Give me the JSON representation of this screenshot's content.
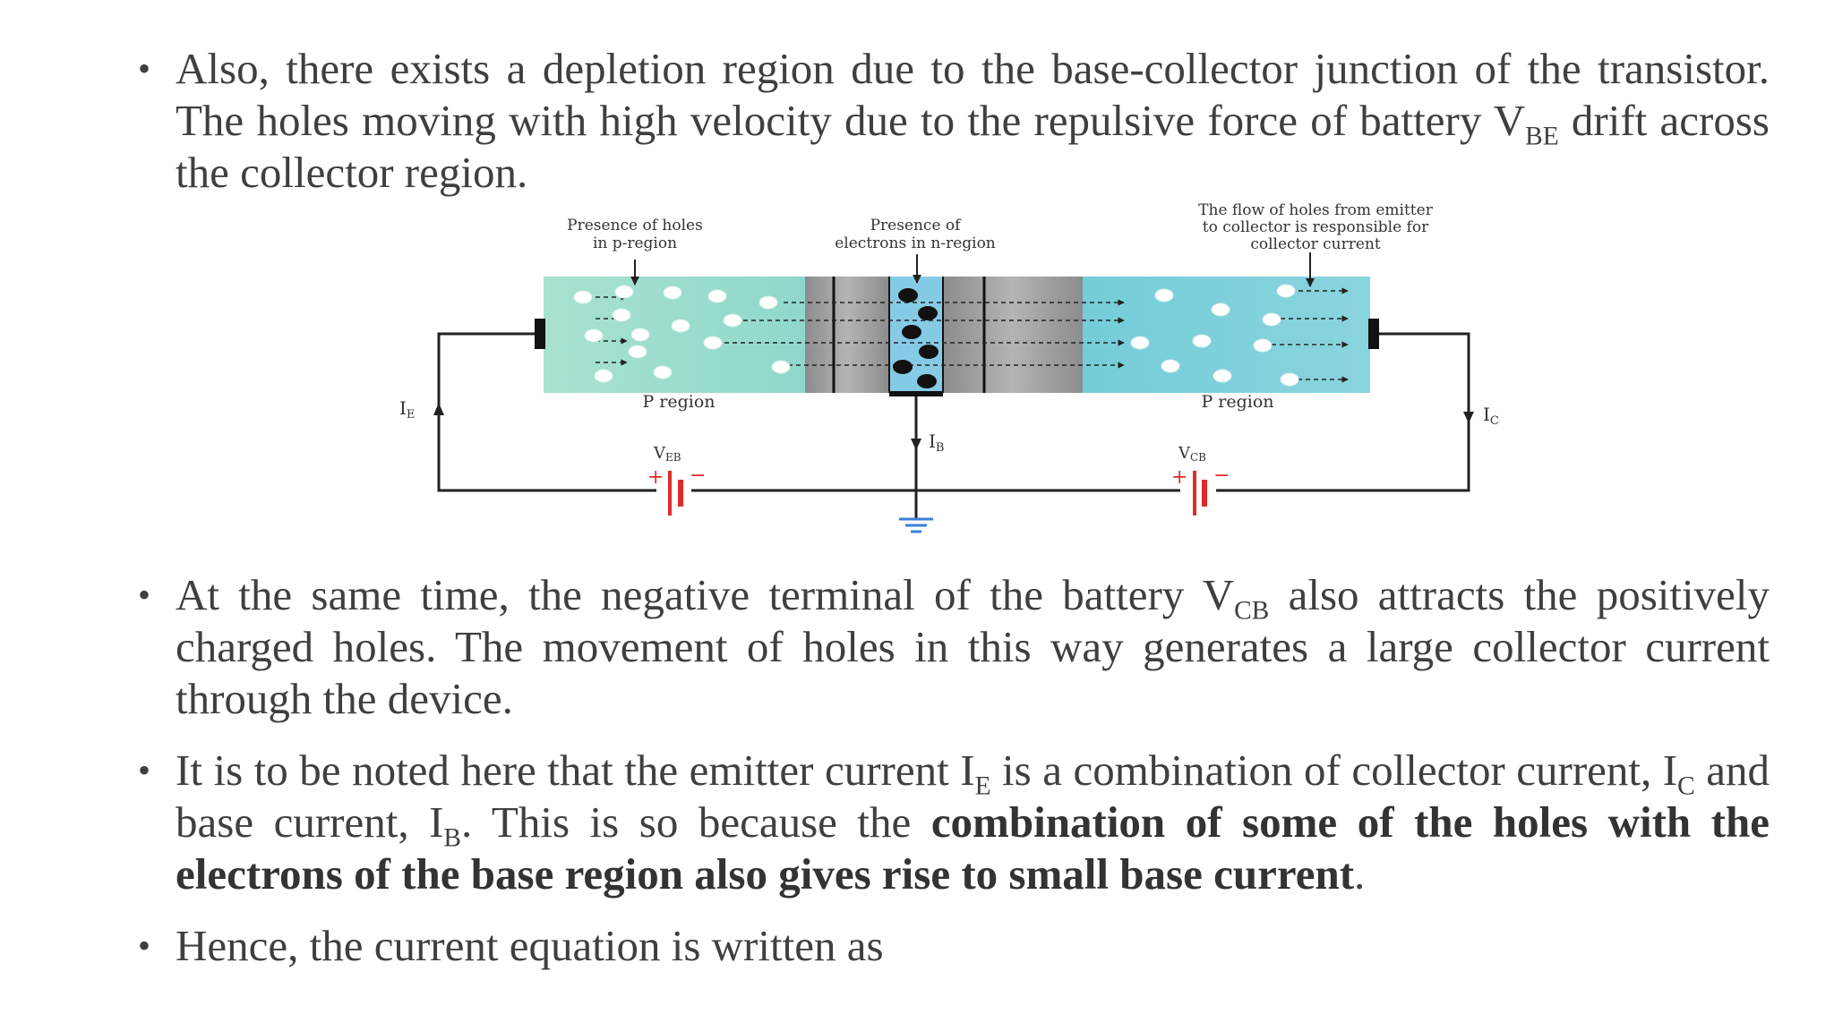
{
  "bullets": [
    {
      "parts": [
        {
          "t": "Also, there exists a depletion region due to the base-collector junction of the transistor. The holes moving with high velocity due to the repulsive force of battery V"
        },
        {
          "sub": "BE"
        },
        {
          "t": " drift across the collector region."
        }
      ]
    },
    {
      "parts": [
        {
          "t": "At the same time, the negative terminal of the battery V"
        },
        {
          "sub": "CB"
        },
        {
          "t": " also attracts the positively charged holes. The movement of holes in this way generates a large collector current through the device."
        }
      ]
    },
    {
      "parts": [
        {
          "t": "It is to be noted here that the emitter current I"
        },
        {
          "sub": "E"
        },
        {
          "t": " is a combination of collector current, I"
        },
        {
          "sub": "C"
        },
        {
          "t": " and base current, I"
        },
        {
          "sub": "B"
        },
        {
          "t": ". This is so because the "
        },
        {
          "b": "combination of some of the holes with the electrons of the base region also gives rise to small base current"
        },
        {
          "t": "."
        }
      ]
    },
    {
      "parts": [
        {
          "t": "Hence, the current equation is written as"
        }
      ]
    }
  ],
  "diagram": {
    "labels": {
      "holes_p_line1": "Presence of holes",
      "holes_p_line2": "in p-region",
      "electrons_n_line1": "Presence of",
      "electrons_n_line2": "electrons in n-region",
      "flow_line1": "The flow of holes from emitter",
      "flow_line2": "to collector is responsible for",
      "flow_line3": "collector current",
      "p_region_left": "P region",
      "p_region_right": "P region",
      "ie_main": "I",
      "ie_sub": "E",
      "ib_main": "I",
      "ib_sub": "B",
      "ic_main": "I",
      "ic_sub": "C",
      "veb_main": "V",
      "veb_sub": "EB",
      "vcb_main": "V",
      "vcb_sub": "CB",
      "plus_left": "+",
      "minus_left": "−",
      "plus_right": "+",
      "minus_right": "−"
    },
    "colors": {
      "p_left": "#a7dfcf",
      "p_right": "#7fd0da",
      "depletion": "#9a9a9a",
      "n_base": "#86cbe6",
      "battery": "#e02a2a",
      "ground": "#3b7fd8",
      "wire": "#222222"
    }
  }
}
